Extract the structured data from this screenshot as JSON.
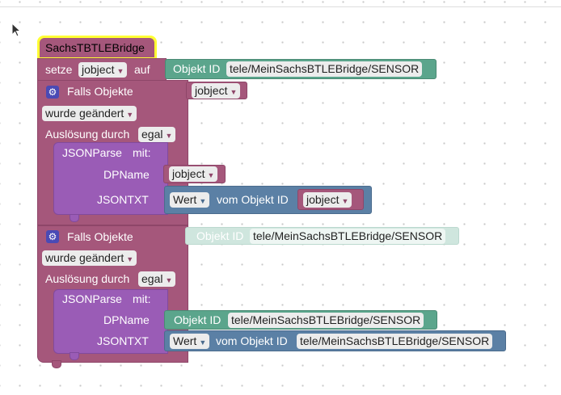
{
  "workspace": {
    "hat_title": "SachsTBTLEBridge",
    "set_var": {
      "label_setze": "setze",
      "var_name": "jobject",
      "label_auf": "auf",
      "obj_label": "Objekt ID",
      "obj_id": "tele/MeinSachsBTLEBridge/SENSOR"
    },
    "trigger1": {
      "title": "Falls Objekte",
      "object_var": "jobject",
      "condition": "wurde geändert",
      "trigger_label": "Auslösung durch",
      "trigger_value": "egal",
      "json": {
        "title": "JSONParse",
        "mit": "mit:",
        "dpname_label": "DPName",
        "dpname_var": "jobject",
        "jsontxt_label": "JSONTXT",
        "wert_label": "Wert",
        "vom_label": "vom Objekt ID",
        "vom_var": "jobject"
      }
    },
    "trigger2": {
      "title": "Falls Objekte",
      "obj_label": "Objekt ID",
      "obj_id": "tele/MeinSachsBTLEBridge/SENSOR",
      "condition": "wurde geändert",
      "trigger_label": "Auslösung durch",
      "trigger_value": "egal",
      "json": {
        "title": "JSONParse",
        "mit": "mit:",
        "dpname_label": "DPName",
        "dpname_obj_label": "Objekt ID",
        "dpname_obj_id": "tele/MeinSachsBTLEBridge/SENSOR",
        "jsontxt_label": "JSONTXT",
        "wert_label": "Wert",
        "vom_label": "vom Objekt ID",
        "vom_obj_id": "tele/MeinSachsBTLEBridge/SENSOR"
      }
    }
  },
  "icons": {
    "gear": "gear-icon",
    "dropdown": "dropdown-arrow-icon",
    "cursor": "mouse-cursor-icon"
  },
  "colors": {
    "maroon": "#a5577b",
    "purple": "#9a5cb6",
    "teal": "#5ba58c",
    "blue": "#5b80a5",
    "hat_highlight": "#ffff00"
  }
}
